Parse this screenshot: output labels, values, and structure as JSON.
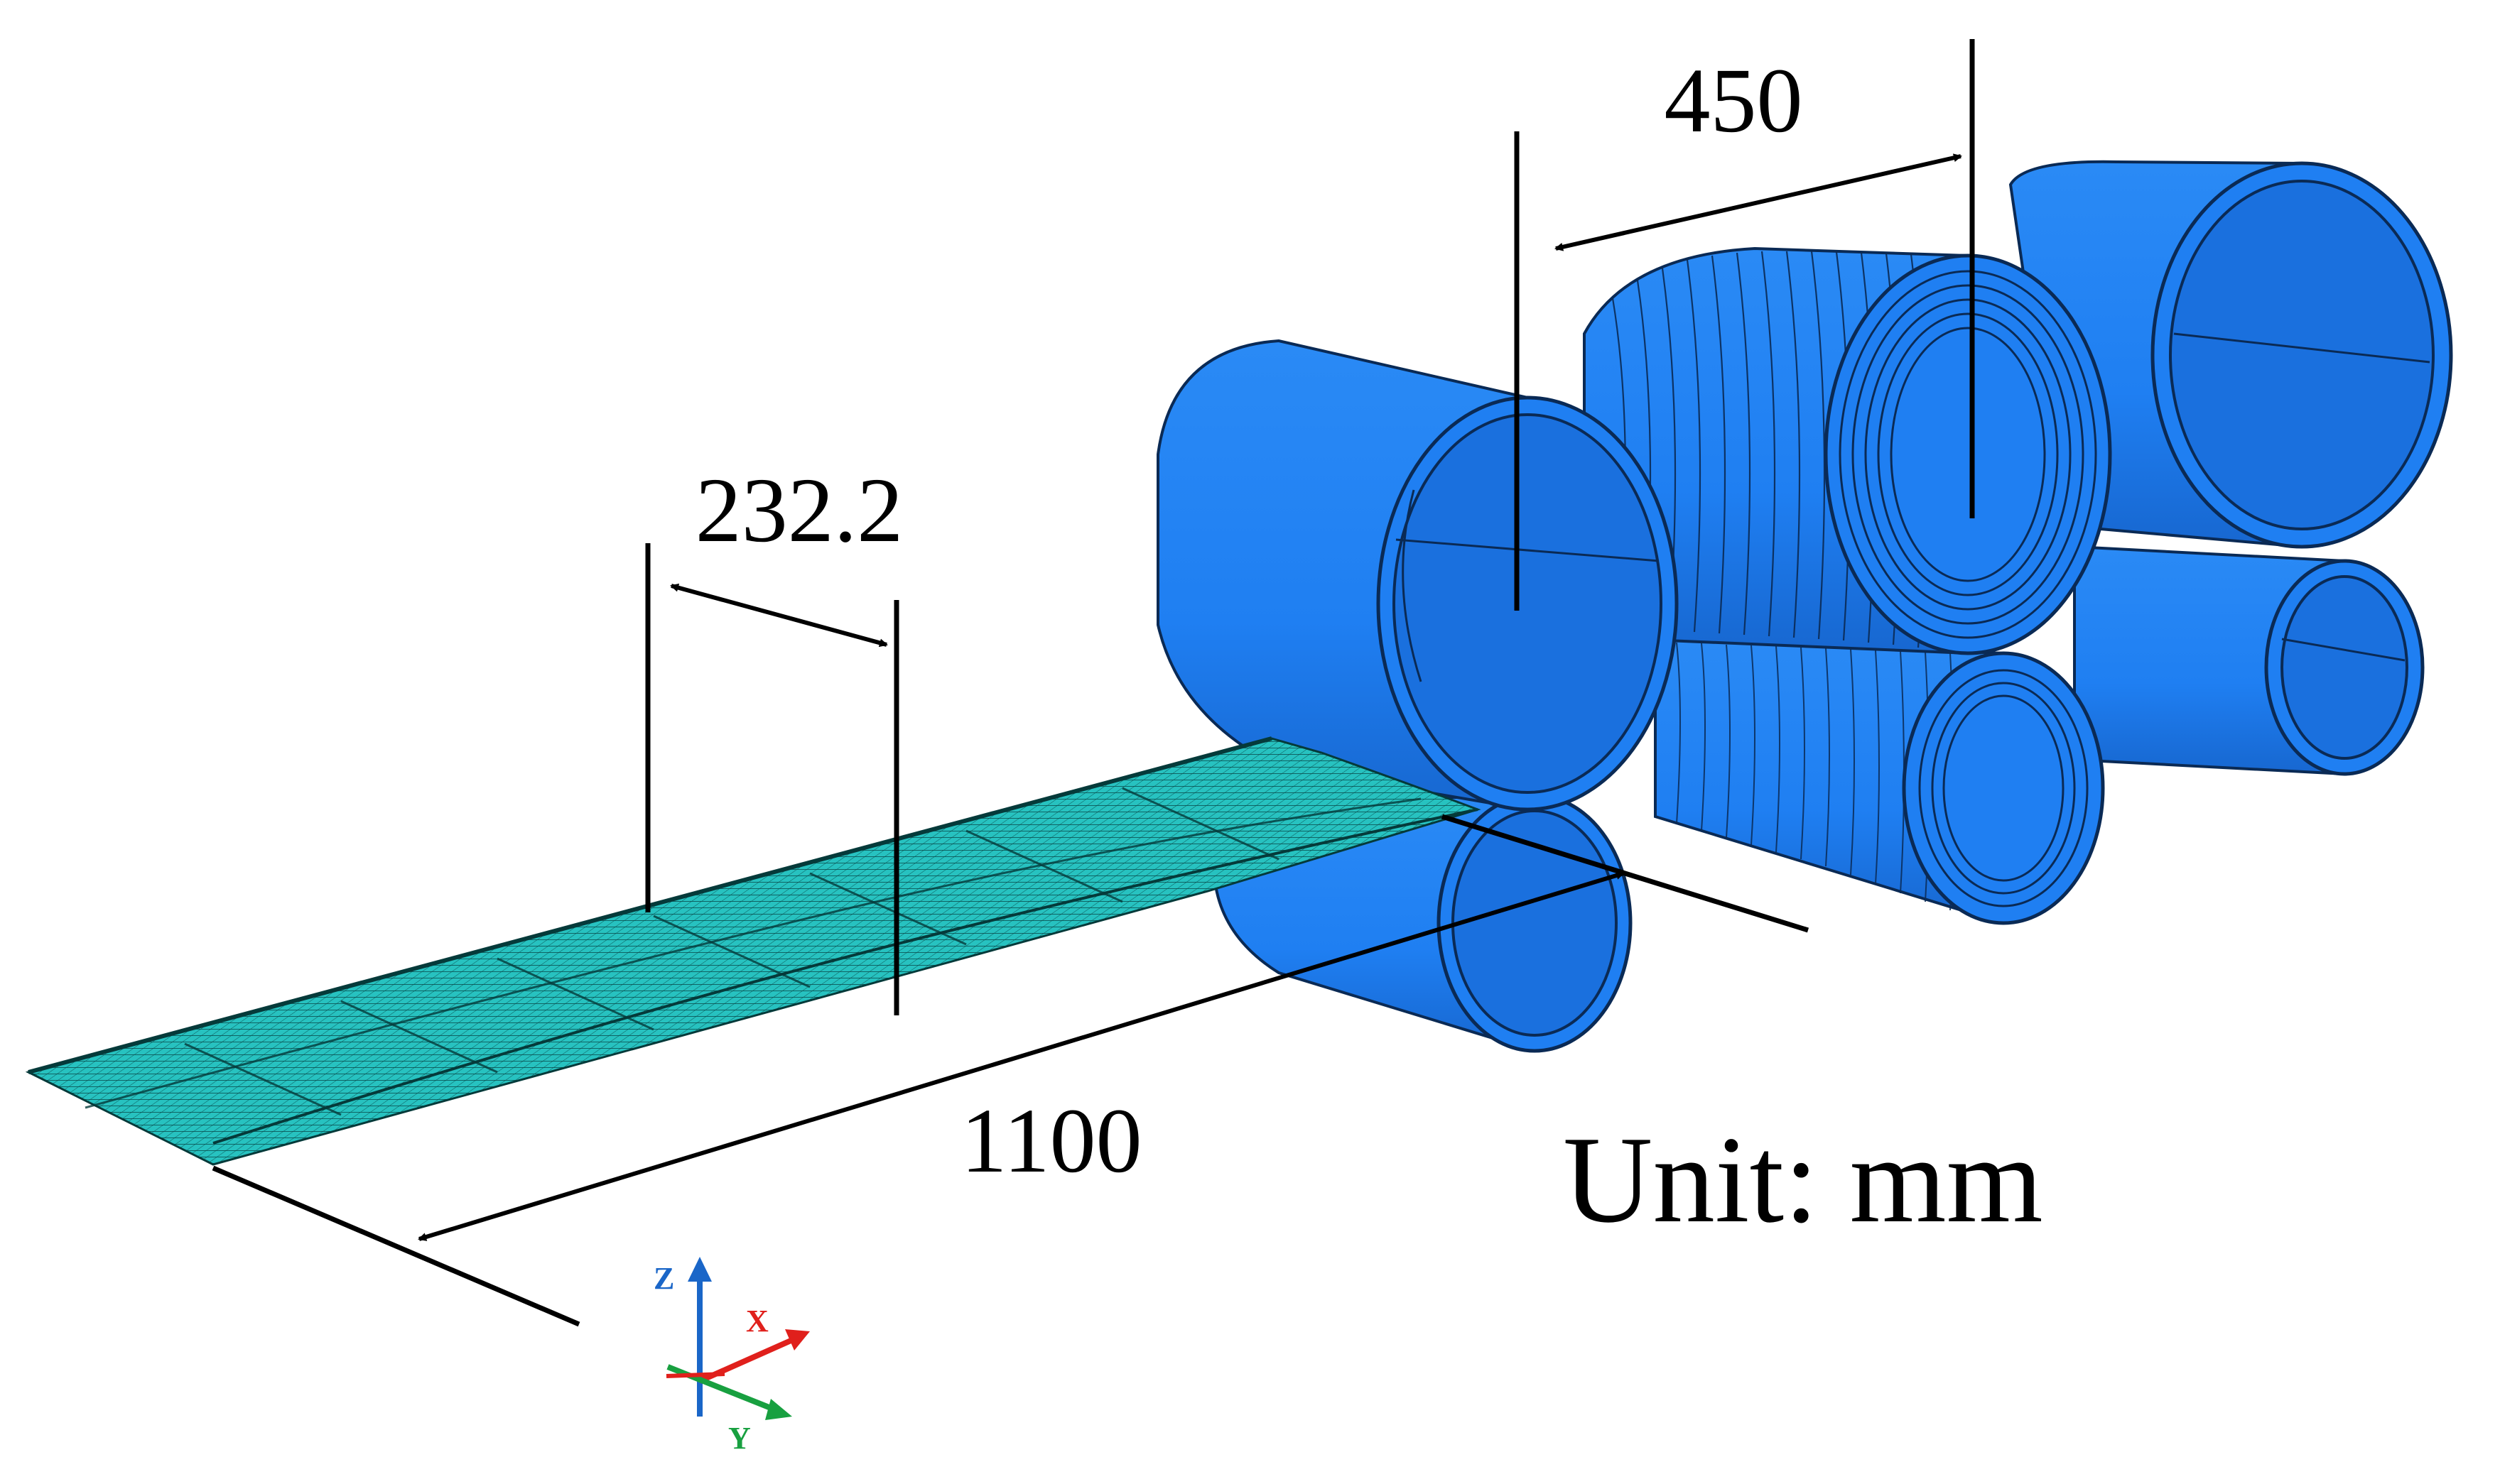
{
  "dimensions": {
    "roll_spacing": "450",
    "mesh_spacing": "232.2",
    "strip_length": "1100"
  },
  "unit_label": "Unit: mm",
  "triad": {
    "z_label": "Z",
    "x_label": "X",
    "y_label": "Y"
  },
  "colors": {
    "roll_fill": "#1f7ff2",
    "roll_dark": "#1566cc",
    "roll_edge": "#0a2a55",
    "strip_fill": "#27c2c0",
    "strip_mesh": "#053a3a",
    "axis_z": "#1a66c8",
    "axis_x": "#e0201c",
    "axis_y": "#18a040"
  }
}
